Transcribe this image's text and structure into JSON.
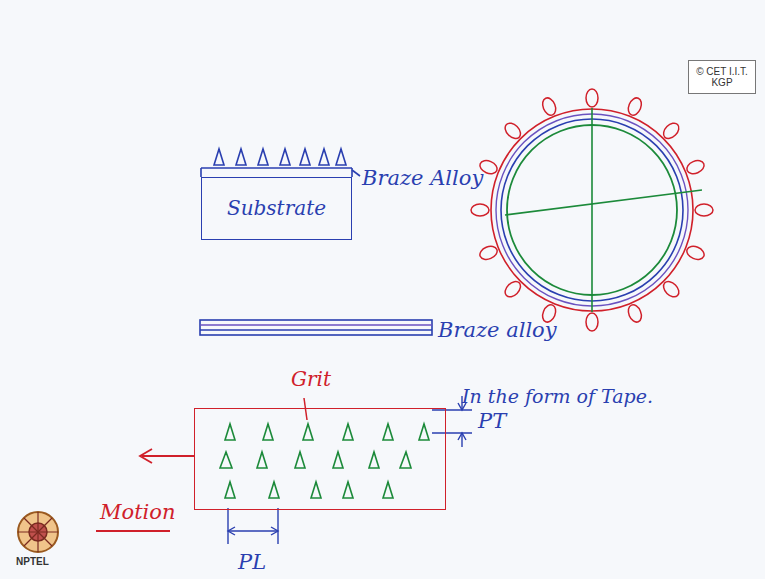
{
  "diagram": {
    "nodes": [
      {
        "text": [
          "© CET I.I.T. KGP"
        ]
      },
      {
        "text": [
          "Substrate"
        ]
      },
      {
        "text": [
          "Grit"
        ]
      }
    ],
    "labels": [
      "Braze Alloy",
      "Braze alloy",
      "In the form of Tape.",
      "Motion",
      "PT",
      "PL",
      "NPTEL"
    ]
  }
}
